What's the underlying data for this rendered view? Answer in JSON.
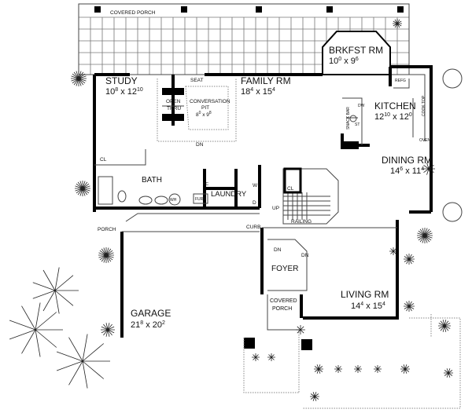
{
  "rooms": {
    "covered_porch_top": {
      "name": "COVERED PORCH"
    },
    "brkfst": {
      "name": "BRKFST RM",
      "w": "10",
      "ws": "0",
      "h": "9",
      "hs": "6"
    },
    "study": {
      "name": "STUDY",
      "w": "10",
      "ws": "8",
      "h": "12",
      "hs": "10"
    },
    "family": {
      "name": "FAMILY RM",
      "w": "18",
      "ws": "4",
      "h": "15",
      "hs": "4"
    },
    "conversation": {
      "name": "CONVERSATION",
      "name2": "PIT",
      "w": "8",
      "ws": "0",
      "h": "9",
      "hs": "8"
    },
    "kitchen": {
      "name": "KITCHEN",
      "w": "12",
      "ws": "10",
      "h": "12",
      "hs": "0"
    },
    "dining": {
      "name": "DINING RM",
      "w": "14",
      "ws": "6",
      "h": "11",
      "hs": "4"
    },
    "bath": {
      "name": "BATH"
    },
    "laundry": {
      "name": "LAUNDRY"
    },
    "foyer": {
      "name": "FOYER"
    },
    "covered_porch_front": {
      "name": "COVERED",
      "name2": "PORCH"
    },
    "living": {
      "name": "LIVING RM",
      "w": "14",
      "ws": "4",
      "h": "15",
      "hs": "4"
    },
    "garage": {
      "name": "GARAGE",
      "w": "21",
      "ws": "8",
      "h": "20",
      "hs": "2"
    },
    "porch": {
      "name": "PORCH"
    }
  },
  "labels": {
    "seat": "SEAT",
    "open": "OPEN",
    "thru": "THRU",
    "dn1": "DN",
    "dn2": "DN",
    "dn3": "DN",
    "up": "UP",
    "railing": "RAILING",
    "curb": "CURB",
    "cl1": "CL",
    "cl2": "CL",
    "bc": "BC",
    "wh": "WH",
    "furn": "FURN",
    "w": "W",
    "d": "D",
    "refg": "REFG",
    "dw": "DW",
    "snack_bar": "SNACK BAR",
    "st": "ST",
    "cook_top": "COOK TOP",
    "oven": "OVEN"
  }
}
